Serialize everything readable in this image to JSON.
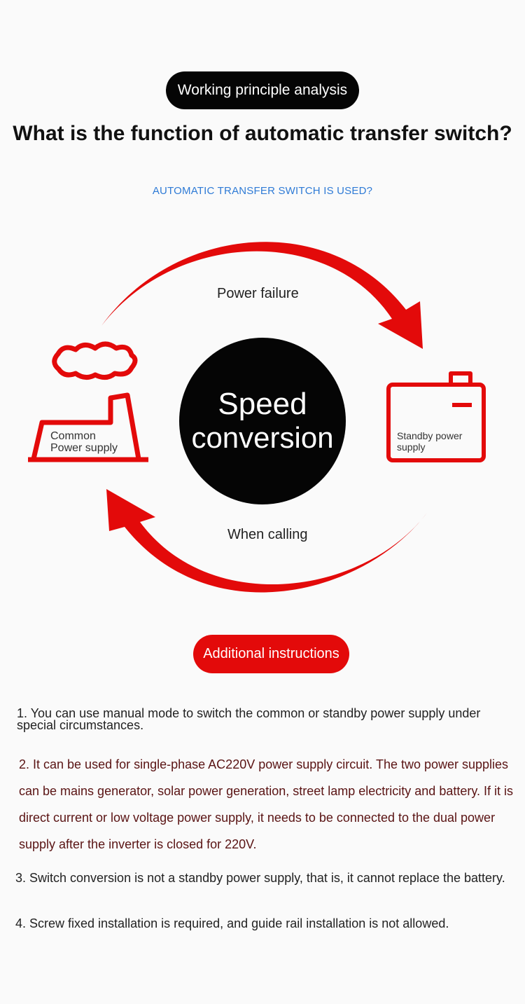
{
  "header": {
    "pill_label": "Working principle analysis",
    "headline": "What is the function of automatic transfer switch?",
    "subhead": "AUTOMATIC TRANSFER SWITCH IS USED?"
  },
  "diagram": {
    "top_arrow_label": "Power failure",
    "bottom_arrow_label": "When calling",
    "center_line1": "Speed",
    "center_line2": "conversion",
    "left_node_line1": "Common",
    "left_node_line2": "Power supply",
    "right_node_line1": "Standby power",
    "right_node_line2": "supply",
    "left_icon": "factory-icon",
    "right_icon": "battery-icon",
    "accent_color": "#e30a0a"
  },
  "instructions": {
    "pill_label": "Additional instructions",
    "items": [
      "1. You can use manual mode to switch the common or standby power supply under special circumstances.",
      "2. It can be used for single-phase AC220V power supply circuit. The two power supplies can be mains generator, solar power generation, street lamp electricity and battery. If it is direct current or low voltage power supply, it needs to be connected to the dual power supply after the inverter is closed for 220V.",
      "3. Switch conversion is not a standby power supply, that is, it cannot replace the battery.",
      "4. Screw fixed installation is required, and guide rail installation is not allowed."
    ]
  }
}
